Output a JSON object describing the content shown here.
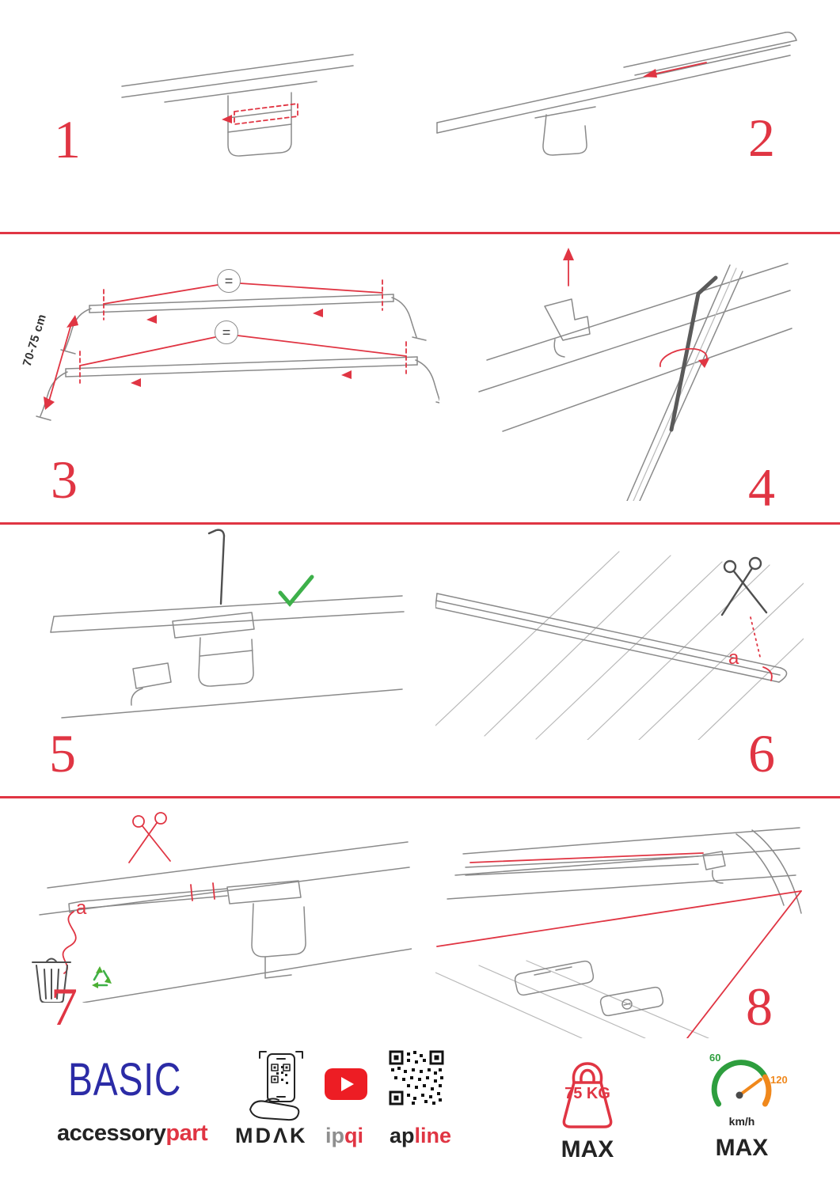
{
  "colors": {
    "accent_red": "#e03543",
    "brand_blue": "#2b2ba6",
    "dark": "#232323",
    "gray_line": "#8a8a8a",
    "green": "#3db04a",
    "orange": "#f0881c",
    "youtube_red": "#ed1d24"
  },
  "symbols": {
    "equals": "="
  },
  "steps": [
    {
      "number": "1"
    },
    {
      "number": "2"
    },
    {
      "number": "3",
      "measurement": "70-75 cm"
    },
    {
      "number": "4"
    },
    {
      "number": "5"
    },
    {
      "number": "6",
      "label": "a"
    },
    {
      "number": "7",
      "label": "a"
    },
    {
      "number": "8"
    }
  ],
  "footer": {
    "brand": "BASIC",
    "brand_sub_left": "accessory",
    "brand_sub_right": "part",
    "mdak": "MDΛK",
    "ipqi_left": "ip",
    "ipqi_right": "qi",
    "apline_left": "ap",
    "apline_right": "line",
    "weight_value": "75 KG",
    "weight_max": "MAX",
    "speed_low": "60",
    "speed_high": "120",
    "speed_unit": "km/h",
    "speed_max": "MAX"
  }
}
